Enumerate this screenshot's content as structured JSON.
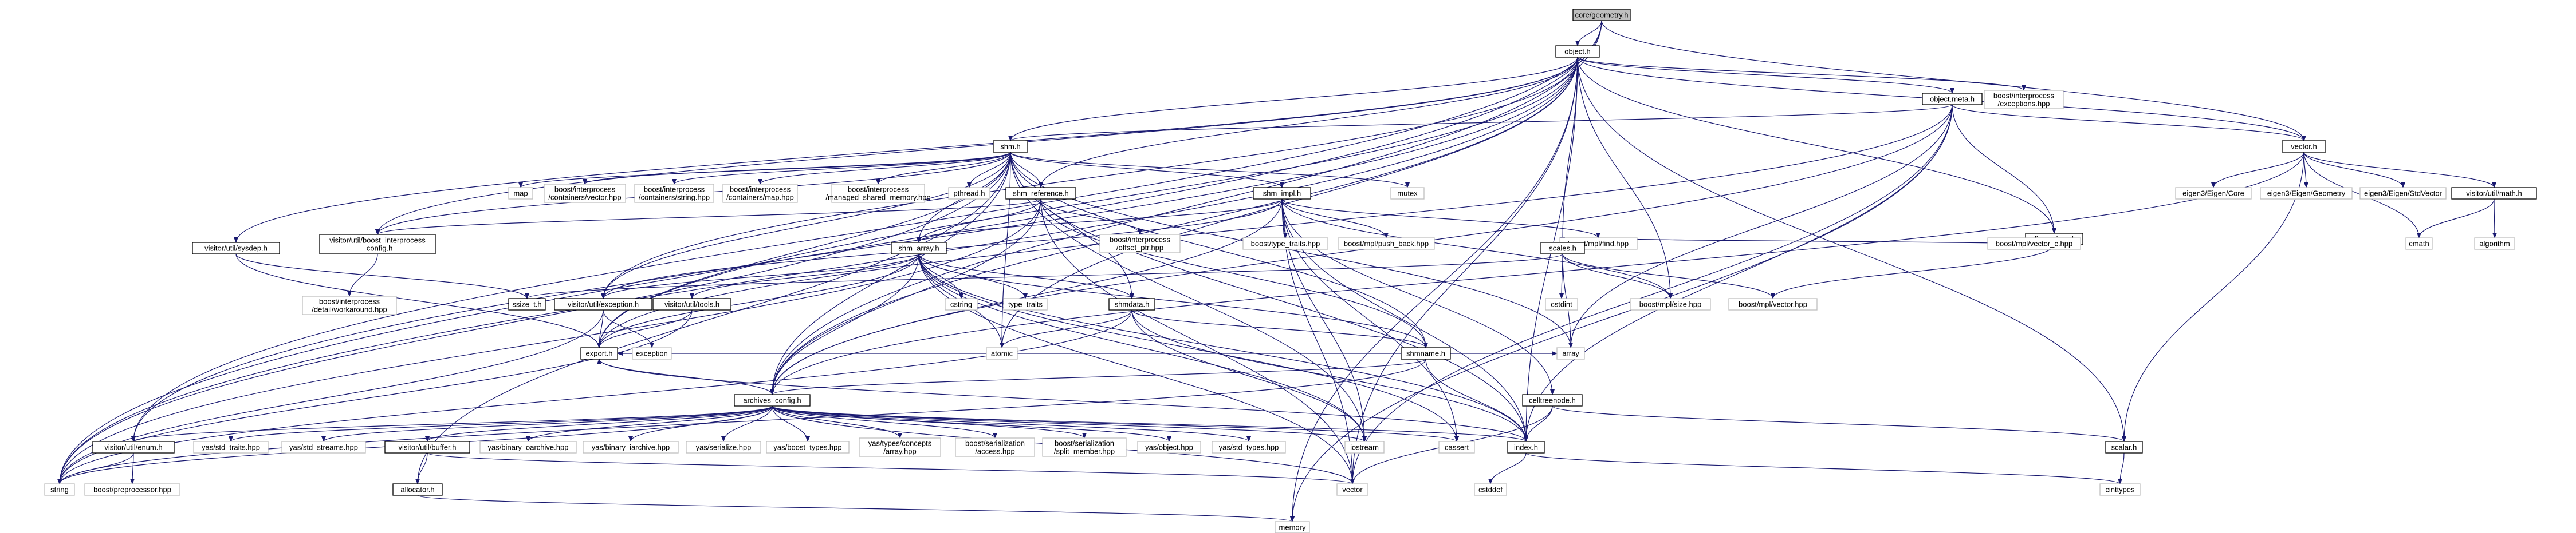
{
  "colors": {
    "edge": "#191970",
    "node_border": "#000000",
    "node_fill": "#ffffff",
    "root_fill": "#bfbfbf",
    "leaf_border": "#bfbfbf"
  },
  "nodes": [
    {
      "id": "root",
      "label": "core/geometry.h",
      "kind": "root"
    },
    {
      "id": "object_h",
      "label": "object.h",
      "kind": "internal"
    },
    {
      "id": "object_meta_h",
      "label": "object.meta.h",
      "kind": "internal"
    },
    {
      "id": "boost_exceptions",
      "lines": [
        "boost/interprocess",
        "/exceptions.hpp"
      ],
      "kind": "external"
    },
    {
      "id": "vector_h",
      "label": "vector.h",
      "kind": "internal"
    },
    {
      "id": "shm_h",
      "label": "shm.h",
      "kind": "internal"
    },
    {
      "id": "dimensions_h",
      "label": "dimensions.h",
      "kind": "internal"
    },
    {
      "id": "map",
      "label": "map",
      "kind": "external"
    },
    {
      "id": "b_vector",
      "lines": [
        "boost/interprocess",
        "/containers/vector.hpp"
      ],
      "kind": "external"
    },
    {
      "id": "b_string",
      "lines": [
        "boost/interprocess",
        "/containers/string.hpp"
      ],
      "kind": "external"
    },
    {
      "id": "b_map",
      "lines": [
        "boost/interprocess",
        "/containers/map.hpp"
      ],
      "kind": "external"
    },
    {
      "id": "b_mmm",
      "lines": [
        "boost/interprocess",
        "/managed_shared_memory.hpp"
      ],
      "kind": "external"
    },
    {
      "id": "pthread",
      "label": "pthread.h",
      "kind": "external"
    },
    {
      "id": "shm_ref",
      "label": "shm_reference.h",
      "kind": "internal"
    },
    {
      "id": "shm_impl",
      "label": "shm_impl.h",
      "kind": "internal"
    },
    {
      "id": "mutex",
      "label": "mutex",
      "kind": "external"
    },
    {
      "id": "eigen_core",
      "label": "eigen3/Eigen/Core",
      "kind": "external"
    },
    {
      "id": "eigen_geom",
      "label": "eigen3/Eigen/Geometry",
      "kind": "external"
    },
    {
      "id": "eigen_std",
      "label": "eigen3/Eigen/StdVector",
      "kind": "external"
    },
    {
      "id": "math_h",
      "label": "visitor/util/math.h",
      "kind": "internal"
    },
    {
      "id": "sysdep_h",
      "label": "visitor/util/sysdep.h",
      "kind": "internal"
    },
    {
      "id": "bi_config",
      "lines": [
        "visitor/util/boost_interprocess",
        "_config.h"
      ],
      "kind": "internal"
    },
    {
      "id": "b_offset",
      "lines": [
        "boost/interprocess",
        "/offset_ptr.hpp"
      ],
      "kind": "external"
    },
    {
      "id": "b_type_traits",
      "label": "boost/type_traits.hpp",
      "kind": "external"
    },
    {
      "id": "b_push_back",
      "label": "boost/mpl/push_back.hpp",
      "kind": "external"
    },
    {
      "id": "b_find",
      "label": "boost/mpl/find.hpp",
      "kind": "external"
    },
    {
      "id": "b_vector_c",
      "label": "boost/mpl/vector_c.hpp",
      "kind": "external"
    },
    {
      "id": "cmath",
      "label": "cmath",
      "kind": "external"
    },
    {
      "id": "algorithm",
      "label": "algorithm",
      "kind": "external"
    },
    {
      "id": "scales_h",
      "label": "scales.h",
      "kind": "internal"
    },
    {
      "id": "shm_array",
      "label": "shm_array.h",
      "kind": "internal"
    },
    {
      "id": "b_workaround",
      "lines": [
        "boost/interprocess",
        "/detail/workaround.hpp"
      ],
      "kind": "external"
    },
    {
      "id": "ssize_t",
      "label": "ssize_t.h",
      "kind": "internal"
    },
    {
      "id": "exception_h",
      "label": "visitor/util/exception.h",
      "kind": "internal"
    },
    {
      "id": "tools_h",
      "label": "visitor/util/tools.h",
      "kind": "internal"
    },
    {
      "id": "cstring",
      "label": "cstring",
      "kind": "external"
    },
    {
      "id": "type_traits",
      "label": "type_traits",
      "kind": "external"
    },
    {
      "id": "shmdata_h",
      "label": "shmdata.h",
      "kind": "internal"
    },
    {
      "id": "cstdint",
      "label": "cstdint",
      "kind": "external"
    },
    {
      "id": "b_mpl_size",
      "label": "boost/mpl/size.hpp",
      "kind": "external"
    },
    {
      "id": "b_mpl_vector",
      "label": "boost/mpl/vector.hpp",
      "kind": "external"
    },
    {
      "id": "export_h",
      "label": "export.h",
      "kind": "internal"
    },
    {
      "id": "exception",
      "label": "exception",
      "kind": "external"
    },
    {
      "id": "atomic",
      "label": "atomic",
      "kind": "external"
    },
    {
      "id": "shmname_h",
      "label": "shmname.h",
      "kind": "internal"
    },
    {
      "id": "array",
      "label": "array",
      "kind": "external"
    },
    {
      "id": "celltreenode_h",
      "label": "celltreenode.h",
      "kind": "internal"
    },
    {
      "id": "archives_config",
      "label": "archives_config.h",
      "kind": "internal"
    },
    {
      "id": "enum_h",
      "label": "visitor/util/enum.h",
      "kind": "internal"
    },
    {
      "id": "yas_traits",
      "label": "yas/std_traits.hpp",
      "kind": "external"
    },
    {
      "id": "yas_streams",
      "label": "yas/std_streams.hpp",
      "kind": "external"
    },
    {
      "id": "buffer_h",
      "label": "visitor/util/buffer.h",
      "kind": "internal"
    },
    {
      "id": "yas_binary_oarchive",
      "label": "yas/binary_oarchive.hpp",
      "kind": "external"
    },
    {
      "id": "yas_binary_iarchive",
      "label": "yas/binary_iarchive.hpp",
      "kind": "external"
    },
    {
      "id": "yas_serialize",
      "label": "yas/serialize.hpp",
      "kind": "external"
    },
    {
      "id": "yas_boost_types",
      "label": "yas/boost_types.hpp",
      "kind": "external"
    },
    {
      "id": "yas_concepts_array",
      "lines": [
        "yas/types/concepts",
        "/array.hpp"
      ],
      "kind": "external"
    },
    {
      "id": "b_ser_access",
      "lines": [
        "boost/serialization",
        "/access.hpp"
      ],
      "kind": "external"
    },
    {
      "id": "b_ser_split",
      "lines": [
        "boost/serialization",
        "/split_member.hpp"
      ],
      "kind": "external"
    },
    {
      "id": "yas_object",
      "label": "yas/object.hpp",
      "kind": "external"
    },
    {
      "id": "yas_std_types",
      "label": "yas/std_types.hpp",
      "kind": "external"
    },
    {
      "id": "iostream",
      "label": "iostream",
      "kind": "external"
    },
    {
      "id": "cassert",
      "label": "cassert",
      "kind": "external"
    },
    {
      "id": "index_h",
      "label": "index.h",
      "kind": "internal"
    },
    {
      "id": "scalar_h",
      "label": "scalar.h",
      "kind": "internal"
    },
    {
      "id": "string",
      "label": "string",
      "kind": "external"
    },
    {
      "id": "b_preprocessor",
      "label": "boost/preprocessor.hpp",
      "kind": "external"
    },
    {
      "id": "allocator_h",
      "label": "allocator.h",
      "kind": "internal"
    },
    {
      "id": "vector",
      "label": "vector",
      "kind": "external"
    },
    {
      "id": "cstddef",
      "label": "cstddef",
      "kind": "external"
    },
    {
      "id": "cinttypes",
      "label": "cinttypes",
      "kind": "external"
    },
    {
      "id": "memory",
      "label": "memory",
      "kind": "external"
    }
  ]
}
